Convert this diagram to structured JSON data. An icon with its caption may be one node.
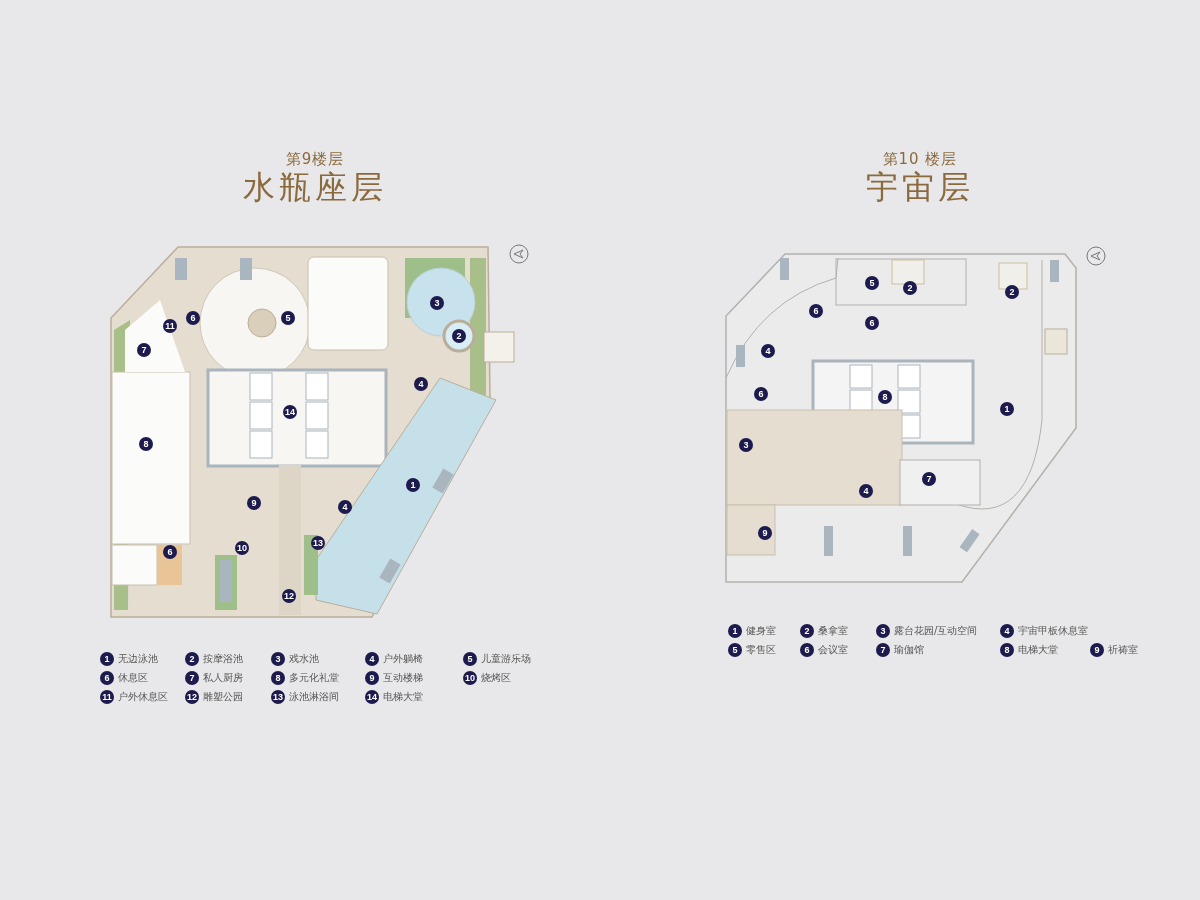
{
  "diagram": {
    "labels": [
      "第9楼层",
      "水瓶座层",
      "第10 楼层",
      "宇宙层",
      "3",
      "6",
      "5",
      "11",
      "2",
      "7",
      "4",
      "14",
      "8",
      "1",
      "9",
      "4",
      "13",
      "10",
      "6",
      "12",
      "5",
      "2",
      "2",
      "6",
      "6",
      "4",
      "6",
      "8",
      "1",
      "3",
      "7",
      "4",
      "9",
      "1",
      "无边泳池",
      "2",
      "按摩浴池",
      "3",
      "戏水池",
      "4",
      "户外躺椅",
      "5",
      "儿童游乐场",
      "6",
      "休息区",
      "7",
      "私人厨房",
      "8",
      "多元化礼堂",
      "9",
      "互动楼梯",
      "10",
      "烧烤区",
      "11",
      "户外休息区",
      "12",
      "雕塑公园",
      "13",
      "泳池淋浴间",
      "14",
      "电梯大堂",
      "1",
      "健身室",
      "2",
      "桑拿室",
      "3",
      "露台花园/互动空间",
      "4",
      "宇宙甲板休息室",
      "5",
      "零售区",
      "6",
      "会议室",
      "7",
      "瑜伽馆",
      "8",
      "电梯大堂",
      "9",
      "祈祷室"
    ]
  }
}
